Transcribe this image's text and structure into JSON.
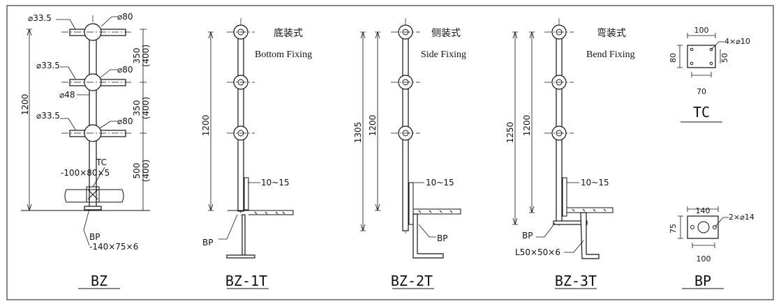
{
  "bz": {
    "title": "BZ",
    "d_rail_top": "⌀33.5",
    "d_ball_top": "⌀80",
    "d_rail_mid": "⌀33.5",
    "d_ball_mid": "⌀80",
    "d_post": "⌀48",
    "d_rail_low": "⌀33.5",
    "d_ball_low": "⌀80",
    "height": "1200",
    "gap1": "350",
    "gap1_alt": "(400)",
    "gap2": "350",
    "gap2_alt": "(400)",
    "gap3": "500",
    "gap3_alt": "(400)",
    "tc_label": "TC",
    "tc_size": "-100×80×5",
    "bp_label": "BP",
    "bp_size": "-140×75×6"
  },
  "bz1t": {
    "title": "BZ-1T",
    "cn_label": "底装式",
    "en_label": "Bottom Fixing",
    "height": "1200",
    "gap": "10~15",
    "bp_label": "BP"
  },
  "bz2t": {
    "title": "BZ-2T",
    "cn_label": "侧装式",
    "en_label": "Side Fixing",
    "height_total": "1305",
    "height": "1200",
    "gap": "10~15",
    "bp_label": "BP"
  },
  "bz3t": {
    "title": "BZ-3T",
    "cn_label": "弯装式",
    "en_label": "Bend Fixing",
    "height_total": "1250",
    "height": "1200",
    "gap": "10~15",
    "bp_label": "BP",
    "angle_label": "L50×50×6"
  },
  "tc": {
    "title": "TC",
    "width": "100",
    "height": "80",
    "holes": "4×⌀10",
    "hole_span_v": "50",
    "hole_span_h": "70"
  },
  "bp": {
    "title": "BP",
    "width_top": "140",
    "height": "75",
    "holes": "2×⌀14",
    "width_bottom": "100"
  }
}
